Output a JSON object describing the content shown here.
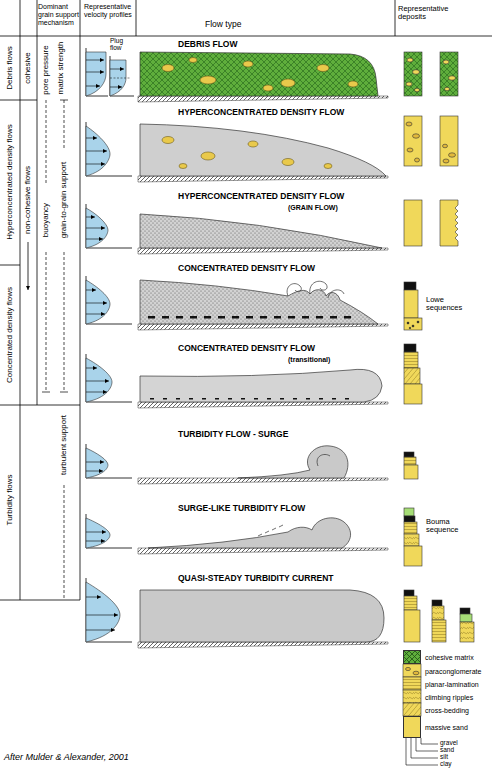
{
  "diagram": {
    "caption": "After Mulder & Alexander, 2001",
    "nodes": [
      {
        "text": [
          "DEBRIS FLOW"
        ]
      },
      {
        "text": [
          "HYPERCONCENTRATED DENSITY FLOW"
        ]
      },
      {
        "text": [
          "HYPERCONCENTRATED DENSITY FLOW",
          "(GRAIN FLOW)"
        ]
      },
      {
        "text": [
          "CONCENTRATED DENSITY FLOW"
        ]
      },
      {
        "text": [
          "CONCENTRATED DENSITY FLOW",
          "(transitional)"
        ]
      },
      {
        "text": [
          "TURBIDITY FLOW - SURGE"
        ]
      },
      {
        "text": [
          "SURGE-LIKE TURBIDITY FLOW"
        ]
      },
      {
        "text": [
          "QUASI-STEADY TURBIDITY CURRENT"
        ]
      }
    ],
    "labels": [
      "Dominant grain support mechanism",
      "Representative velocity profiles",
      "Flow type",
      "Representative deposits",
      "Debris flows",
      "cohesive",
      "pore pressure",
      "matrix strength",
      "Plug flow",
      "Hyperconcentrated density flows",
      "non-cohesive flows",
      "buoyancy",
      "grain-to-grain support",
      "Lowe sequences",
      "Concentrated density flows",
      "turbulent support",
      "Turbidity flows",
      "Bouma sequence",
      "gravel",
      "sand",
      "silt",
      "clay"
    ],
    "legend": [
      {
        "text": "cohesive matrix",
        "color": "#5fae3c"
      },
      {
        "text": "paraconglomerate"
      },
      {
        "text": "planar-lamination"
      },
      {
        "text": "climbing ripples"
      },
      {
        "text": "cross-bedding"
      },
      {
        "text": "massive sand",
        "color": "#f0d85a"
      }
    ]
  }
}
